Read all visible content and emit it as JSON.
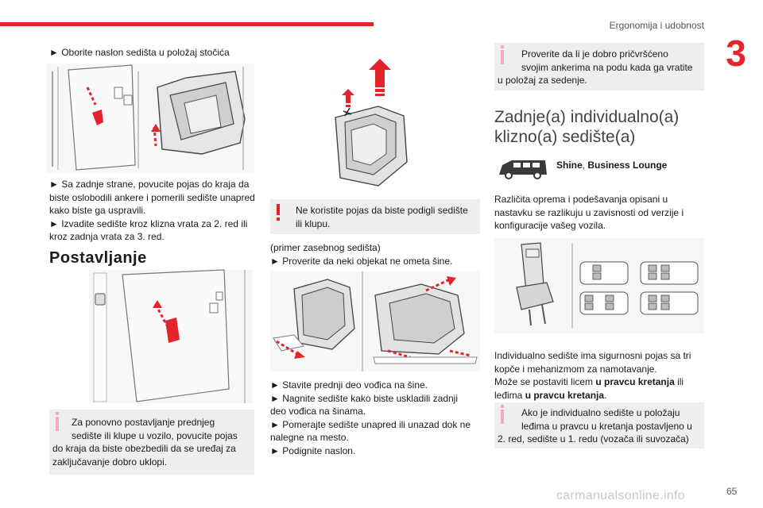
{
  "header": {
    "section_title": "Ergonomija i udobnost",
    "chapter_number": "3",
    "accent_color": "#e4232b",
    "info_color": "#f4a9c4"
  },
  "col1": {
    "step1": "► Oborite naslon sedišta u položaj stočića",
    "step2": "► Sa zadnje strane, povucite pojas do kraja da",
    "step2b": "biste oslobodili ankere i pomerili sedište unapred",
    "step2c": "kako biste ga uspravili.",
    "step3": "► Izvadite sedište kroz klizna vrata za 2. red ili",
    "step3b": "kroz zadnja vrata za 3. red.",
    "heading": "Postavljanje",
    "info_line1": "Za ponovno postavljanje prednjeg",
    "info_line2": "sedište ili klupe u vozilo, povucite pojas",
    "info_line3": "do kraja da biste obezbedili da se uređaj za",
    "info_line4": "zaključavanje dobro uklopi."
  },
  "col2": {
    "warn_line1": "Ne koristite pojas da biste podigli sedište",
    "warn_line2": "ili klupu.",
    "example": "(primer zasebnog sedišta)",
    "step_rails": "► Proverite da neki objekat ne ometa šine.",
    "step_a": "► Stavite prednji deo vođica na šine.",
    "step_b": "► Nagnite sedište kako biste uskladili zadnji",
    "step_b2": "deo vođica na šinama.",
    "step_c": "► Pomerajte sedište unapred ili unazad dok ne",
    "step_c2": "nalegne na mesto.",
    "step_d": "► Podignite naslon."
  },
  "col3": {
    "info_line1": "Proverite da li je dobro pričvršćeno",
    "info_line2": "svojim ankerima na podu kada ga vratite",
    "info_line3": "u položaj za sedenje.",
    "heading_line1": "Zadnje(a) individualno(a)",
    "heading_line2": "klizno(a) sedište(a)",
    "versions": "Shine, Business Lounge",
    "version_a": "Shine",
    "version_sep": ", ",
    "version_b": "Business Lounge",
    "desc1": "Različita oprema i podešavanja opisani u",
    "desc2": "nastavku se razlikuju u zavisnosti od verzije i",
    "desc3": "konfiguracije vašeg vozila.",
    "seat1": "Individualno sedište ima sigurnosni pojas sa tri",
    "seat2": "kopče i mehanizmom za namotavanje.",
    "seat3a": "Može se postaviti licem ",
    "seat3b": "u pravcu kretanja",
    "seat3c": " ili",
    "seat4a": "leđima ",
    "seat4b": "u pravcu kretanja",
    "seat4c": ".",
    "info2_line1": "Ako je individualno sedište u položaju",
    "info2_line2": "leđima u pravcu u kretanja postavljeno u",
    "info2_line3": "2. red, sedište u 1. redu (vozača ili suvozača)"
  },
  "footer": {
    "page_number": "65",
    "watermark": "carmanualsonline.info"
  }
}
